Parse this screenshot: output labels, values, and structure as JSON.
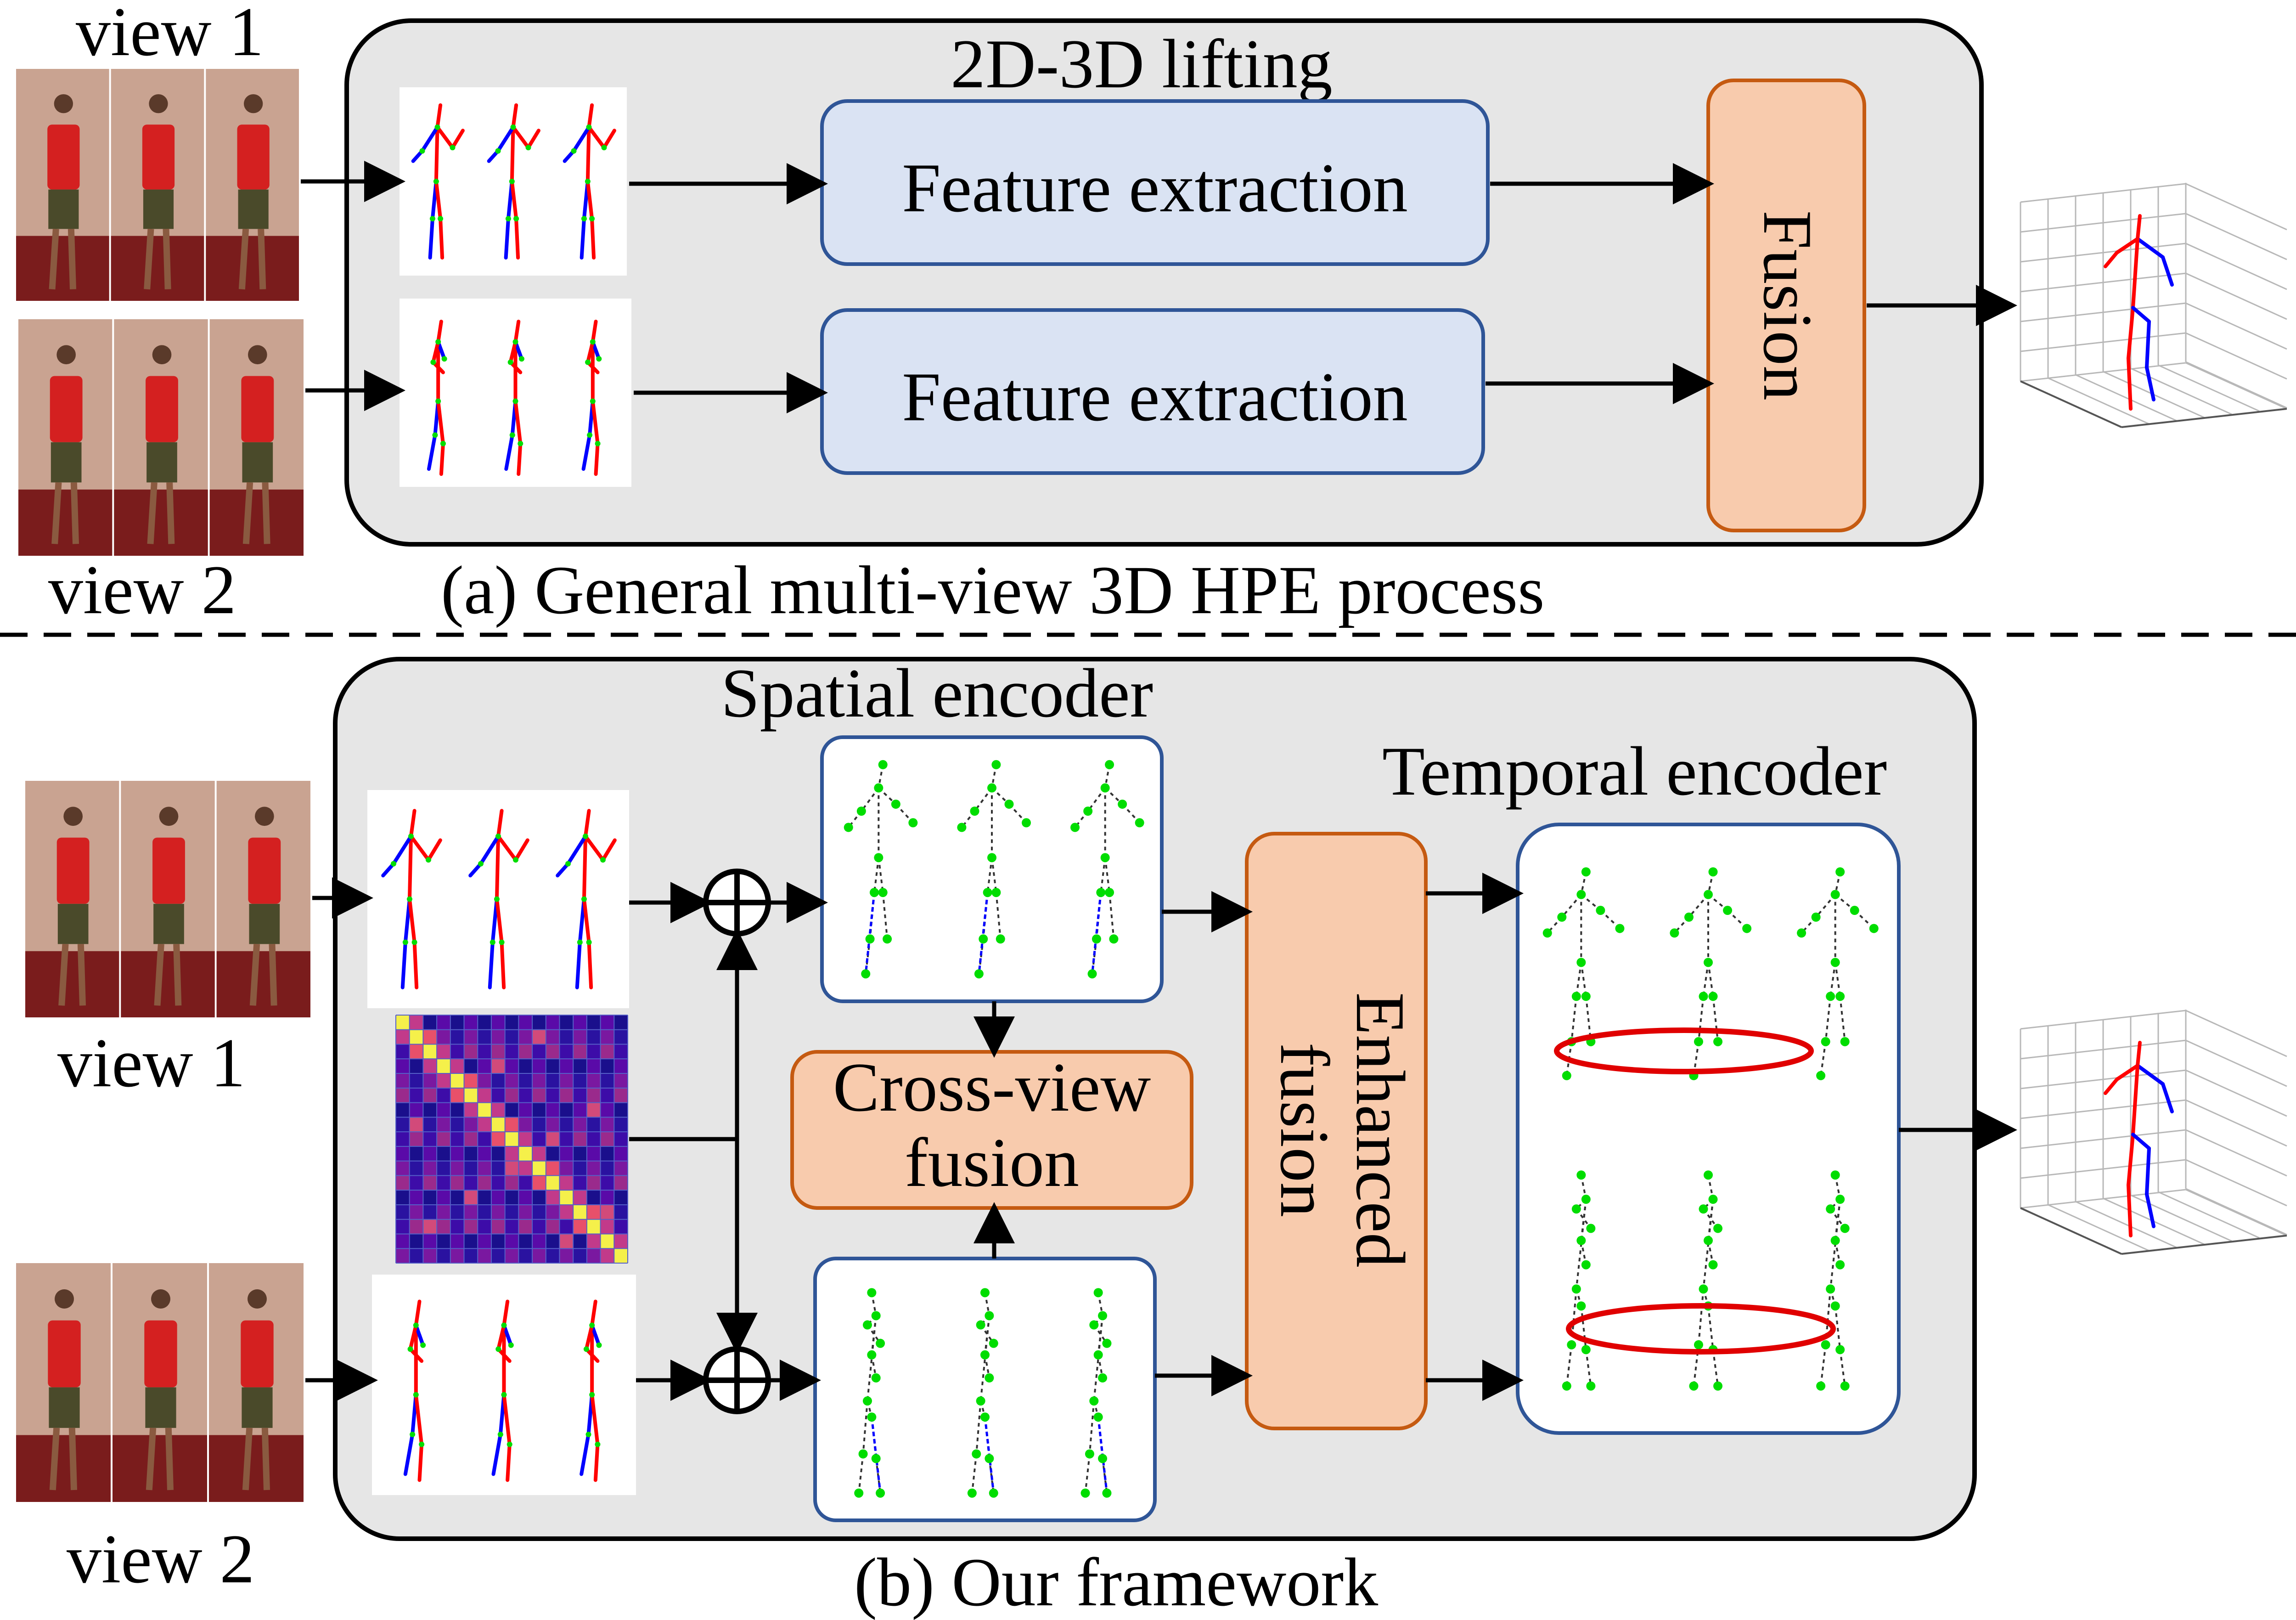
{
  "part_a": {
    "view1_label": "view 1",
    "view2_label": "view 2",
    "panel_title": "2D-3D lifting",
    "feature_box_1": "Feature extraction",
    "feature_box_2": "Feature extraction",
    "fusion_box": "Fusion",
    "caption": "(a)  General multi-view 3D HPE process"
  },
  "part_b": {
    "view1_label": "view 1",
    "view2_label": "view 2",
    "spatial_title": "Spatial  encoder",
    "temporal_title": "Temporal encoder",
    "cross_view_line1": "Cross-view",
    "cross_view_line2": "fusion",
    "enhanced_line1": "Enhanced",
    "enhanced_line2": "fusion",
    "plus_symbol": "⊕",
    "caption": "(b)  Our framework"
  },
  "colors": {
    "panel_fill": "#e6e6e6",
    "blue_box_fill": "#dae3f3",
    "blue_box_stroke": "#2f5597",
    "orange_box_fill": "#f8cbad",
    "orange_box_stroke": "#c55a11",
    "limb_red": "#ff0000",
    "limb_blue": "#0000ff",
    "joint_green": "#00dd00",
    "highlight_ellipse": "#e00000",
    "photo_wall": "#c9a391",
    "photo_floor": "#7a1c1c",
    "shirt_red": "#d42020"
  },
  "icons": {
    "heatmap": "attention-heatmap",
    "pose3d": "3d-skeleton-plot",
    "photos": "video-frames"
  }
}
